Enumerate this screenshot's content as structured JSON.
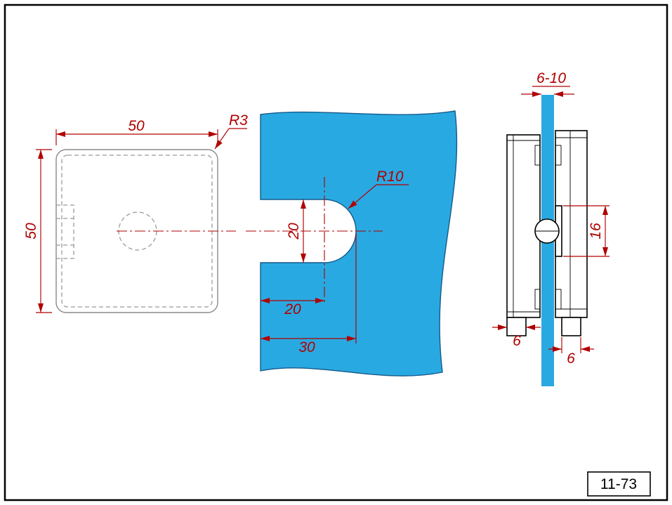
{
  "figure_label": "11-73",
  "colors": {
    "dim": "#B00000",
    "glass": "#29A9E1",
    "hidden": "#9A9A9A",
    "line": "#000000"
  },
  "views": {
    "front_plate": {
      "width_dim": "50",
      "height_dim": "50",
      "corner_radius": "R3"
    },
    "glass_cutout": {
      "slot_radius": "R10",
      "slot_width": "20",
      "center_offset": "20",
      "slot_depth": "30"
    },
    "side": {
      "glass_thickness": "6-10",
      "plate_height": "16",
      "left_thickness": "6",
      "right_thickness": "6"
    }
  }
}
